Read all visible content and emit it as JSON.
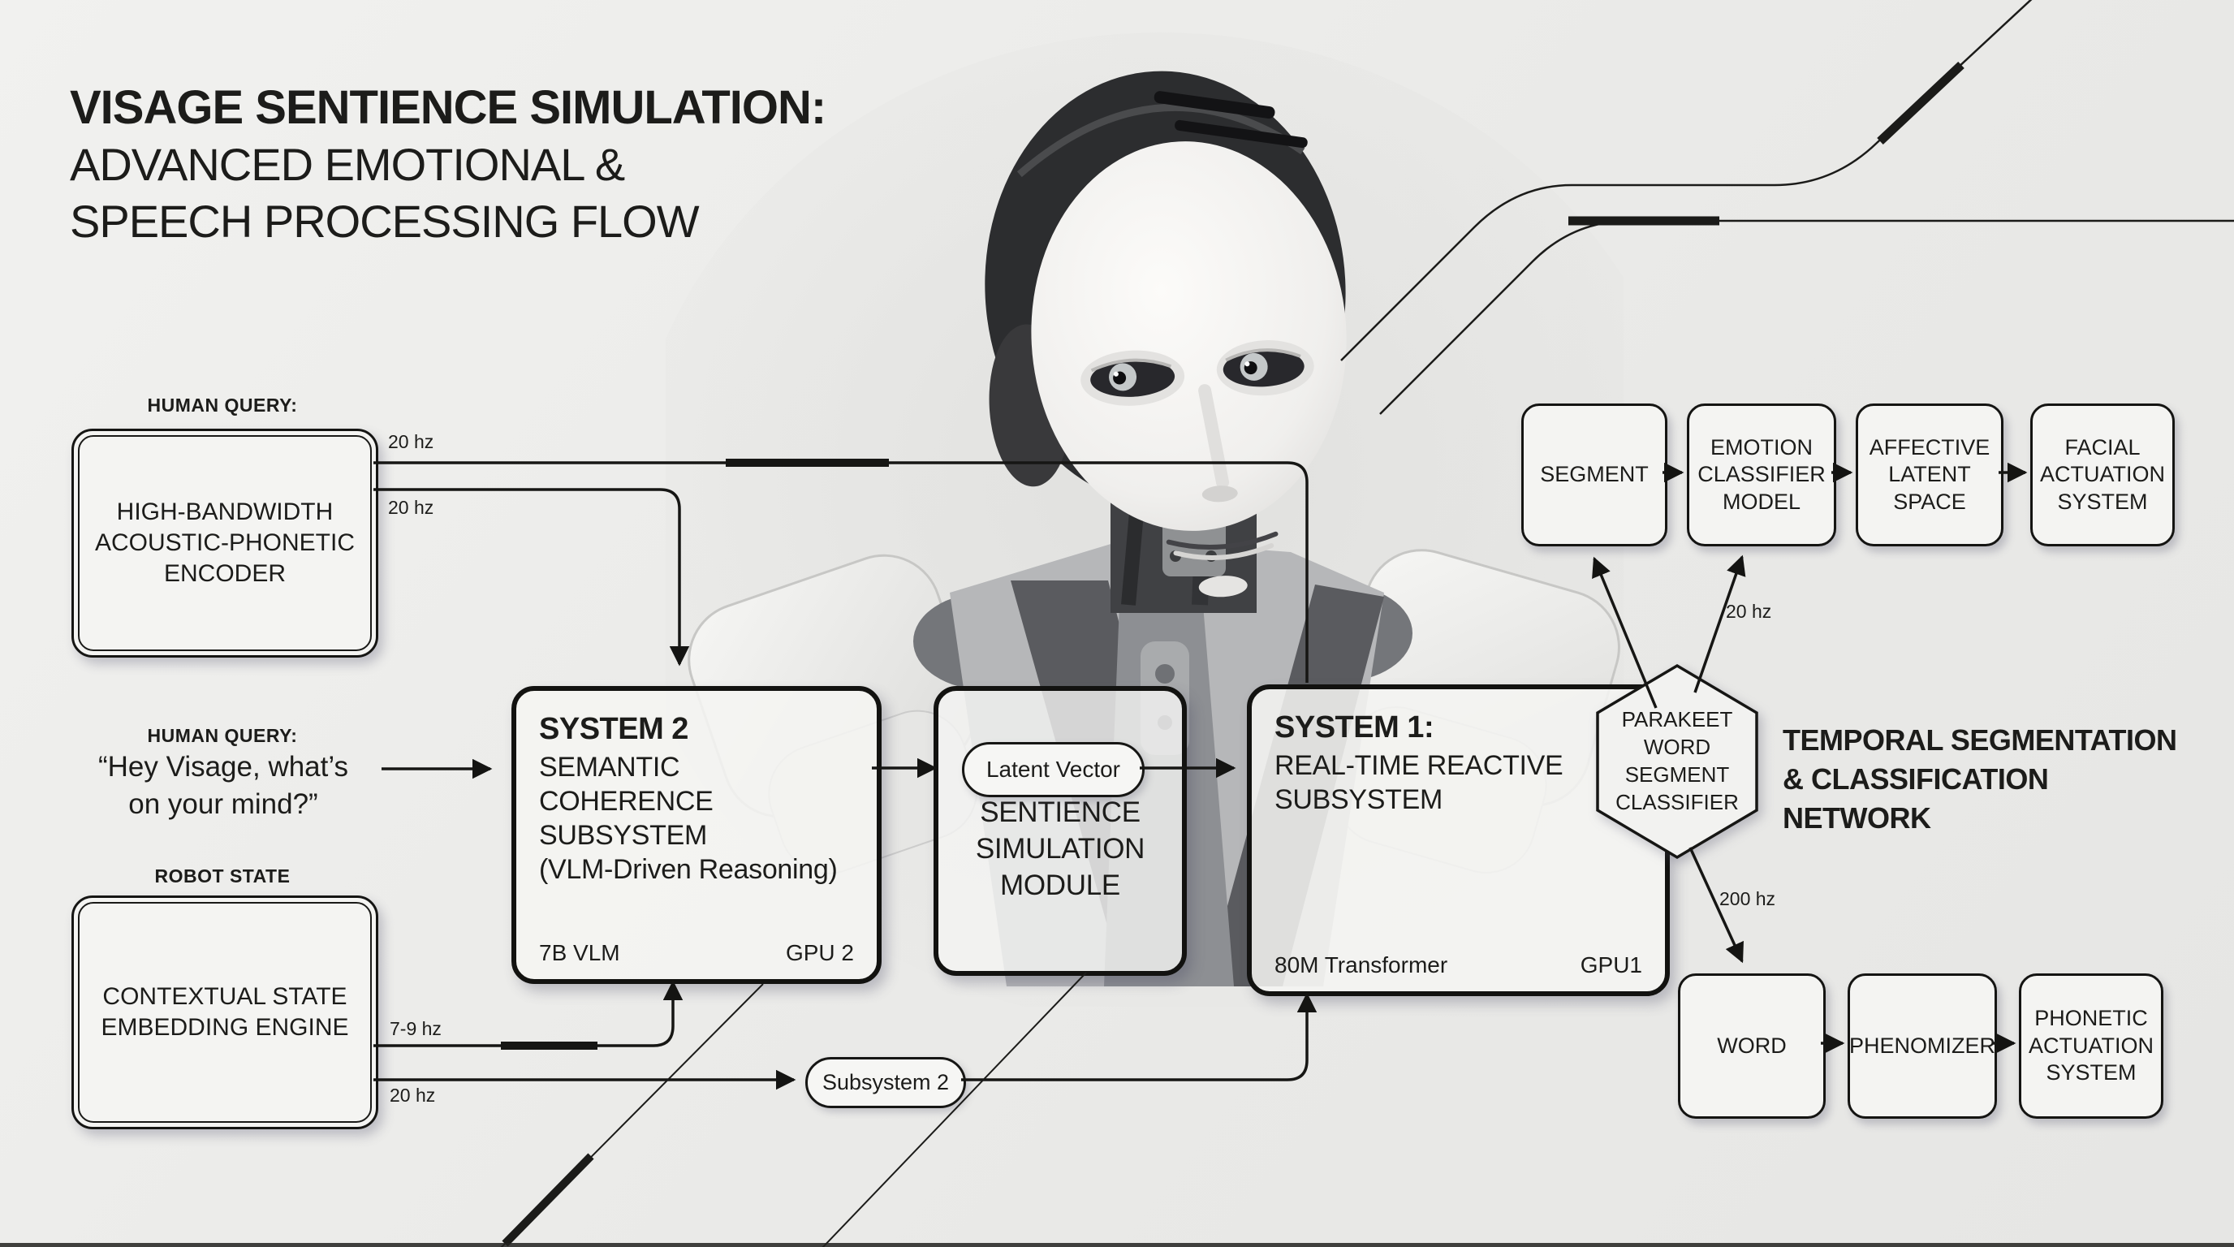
{
  "title": {
    "line1": "VISAGE SENTIENCE SIMULATION:",
    "line2": "ADVANCED EMOTIONAL &",
    "line3": "SPEECH PROCESSING FLOW"
  },
  "left": {
    "human_query_label_top": "HUMAN QUERY:",
    "encoder_box": "HIGH-BANDWIDTH\nACOUSTIC-PHONETIC\nENCODER",
    "rate_encoder_line1": "20 hz",
    "rate_encoder_line2": "20 hz",
    "human_query_label_quote": "HUMAN QUERY:",
    "query_quote": "“Hey Visage, what’s\non your mind?”",
    "robot_state_label": "ROBOT STATE",
    "context_box": "CONTEXTUAL STATE\nEMBEDDING ENGINE",
    "rate_context_line1": "7-9 hz",
    "rate_context_line2": "20 hz"
  },
  "system2": {
    "title": "SYSTEM 2",
    "subtitle": "SEMANTIC COHERENCE\nSUBSYSTEM\n(VLM-Driven Reasoning)",
    "model": "7B VLM",
    "gpu": "GPU 2"
  },
  "sentience": {
    "pill": "Latent Vector",
    "label": "SENTIENCE\nSIMULATION\nMODULE"
  },
  "system1": {
    "title": "SYSTEM 1:",
    "subtitle": "REAL-TIME REACTIVE\nSUBSYSTEM",
    "model": "80M Transformer",
    "gpu": "GPU1"
  },
  "hexagon": {
    "label": "PARAKEET\nWORD\nSEGMENT\nCLASSIFIER"
  },
  "network_heading": "TEMPORAL SEGMENTATION\n& CLASSIFICATION NETWORK",
  "rates": {
    "segment_rate": "20 hz",
    "word_rate": "200 hz"
  },
  "subsystem2_pill": "Subsystem 2",
  "top_row": [
    {
      "label": "SEGMENT"
    },
    {
      "label": "EMOTION\nCLASSIFIER\nMODEL"
    },
    {
      "label": "AFFECTIVE\nLATENT\nSPACE"
    },
    {
      "label": "FACIAL\nACTUATION\nSYSTEM"
    }
  ],
  "bottom_row": [
    {
      "label": "WORD"
    },
    {
      "label": "PHENOMIZER"
    },
    {
      "label": "PHONETIC\nACTUATION\nSYSTEM"
    }
  ],
  "colors": {
    "ink": "#1c1c1a",
    "paper": "#ececea",
    "box_fill": "#f4f4f2"
  }
}
